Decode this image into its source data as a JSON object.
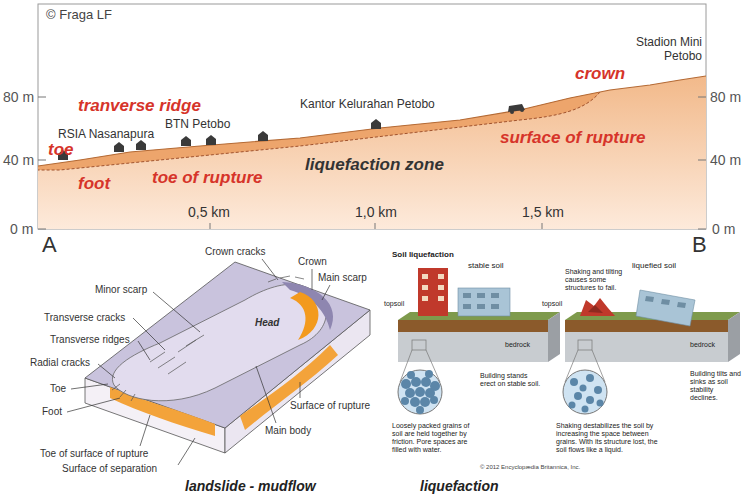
{
  "diagram": {
    "labels": [
      "© Fraga LF",
      "80 m",
      "40 m",
      "0 m",
      "80 m",
      "40 m",
      "0 m",
      "tranverse ridge",
      "toe",
      "foot",
      "toe of rupture",
      "liquefaction zone",
      "surface of rupture",
      "crown",
      "RSIA Nasanapura",
      "BTN Petobo",
      "Kantor Kelurahan Petobo",
      "Stadion Mini Petobo",
      "0,5 km",
      "1,0 km",
      "1,5 km",
      "A",
      "B",
      "Crown cracks",
      "Crown",
      "Main scarp",
      "Head",
      "Minor scarp",
      "Transverse cracks",
      "Transverse ridges",
      "Radial cracks",
      "Toe",
      "Foot",
      "Main body",
      "Surface of rupture",
      "Toe of surface of rupture",
      "Surface of separation",
      "landslide - mudflow",
      "Soil liquefaction",
      "stable soil",
      "liquefied soil",
      "topsoil",
      "bedrock",
      "topsoil",
      "bedrock",
      "Building stands erect on stable soil.",
      "Loosely packed grains of soil are held together by friction. Pore spaces are filled with water.",
      "Shaking and tilting causes some structures to fail.",
      "Building tilts and sinks as soil stability declines.",
      "Shaking destabilizes the soil by increasing the space between grains. With its structure lost, the soil flows like a liquid.",
      "© 2012 Encyclopædia Britannica, Inc.",
      "liquefaction"
    ]
  }
}
